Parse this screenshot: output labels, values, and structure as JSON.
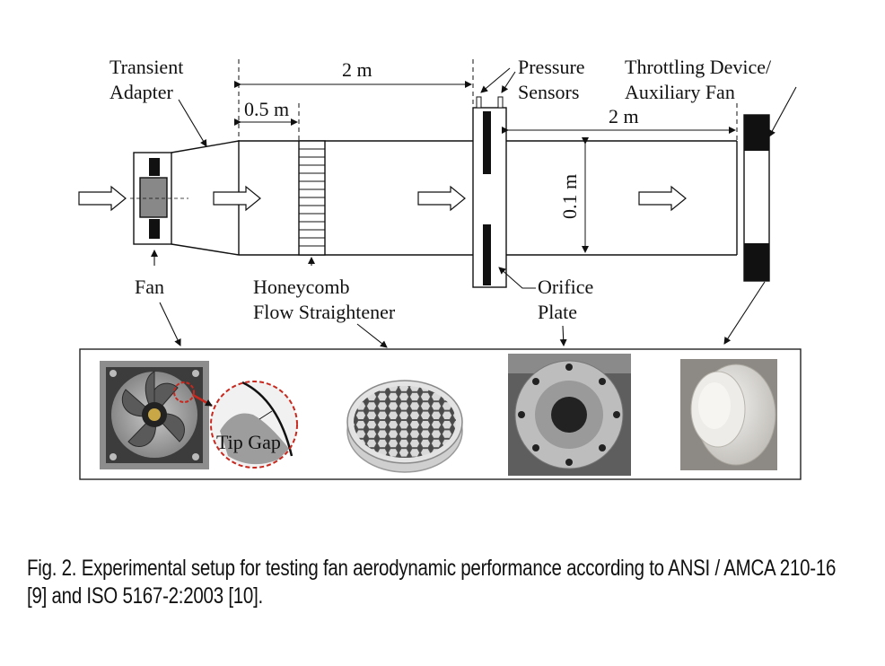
{
  "labels": {
    "transient_adapter_line1": "Transient",
    "transient_adapter_line2": "Adapter",
    "dim_2m_top": "2 m",
    "dim_05m": "0.5 m",
    "pressure_line1": "Pressure",
    "pressure_line2": "Sensors",
    "throttling_line1": "Throttling Device/",
    "throttling_line2": "Auxiliary Fan",
    "dim_2m_right": "2 m",
    "dim_01m": "0.1 m",
    "fan": "Fan",
    "honeycomb_line1": "Honeycomb",
    "honeycomb_line2": "Flow Straightener",
    "orifice_line1": "Orifice",
    "orifice_line2": "Plate",
    "tip_gap": "Tip Gap"
  },
  "colors": {
    "line": "#111111",
    "accent_red": "#c8281e",
    "photo_frame": "#333333"
  },
  "caption": {
    "text": "Fig. 2. Experimental setup for testing fan aerodynamic performance according to ANSI / AMCA 210-16 [9] and ISO 5167-2:2003 [10]."
  }
}
